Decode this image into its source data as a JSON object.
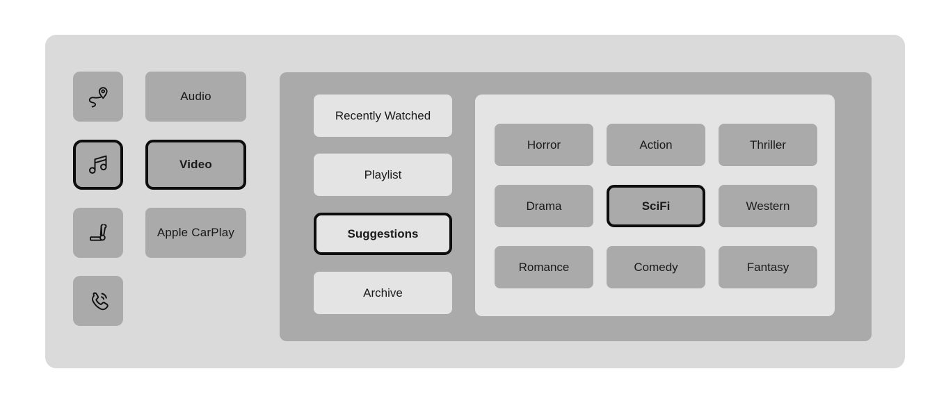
{
  "theme": {
    "page_background": "#ffffff",
    "shell_background": "#dadada",
    "panel_background": "#aaaaaa",
    "tile_background": "#aaaaaa",
    "light_button_background": "#e4e4e4",
    "selection_border_color": "#0d0d0d",
    "text_color": "#1a1a1a"
  },
  "icon_rail": {
    "items": [
      {
        "icon": "navigation-route-pin-icon",
        "selected": false
      },
      {
        "icon": "music-note-icon",
        "selected": true
      },
      {
        "icon": "car-seat-icon",
        "selected": false
      },
      {
        "icon": "phone-call-icon",
        "selected": false
      }
    ]
  },
  "source_rail": {
    "items": [
      {
        "label": "Audio",
        "selected": false
      },
      {
        "label": "Video",
        "selected": true
      },
      {
        "label": "Apple CarPlay",
        "selected": false
      }
    ]
  },
  "categories": {
    "items": [
      {
        "label": "Recently Watched",
        "selected": false
      },
      {
        "label": "Playlist",
        "selected": false
      },
      {
        "label": "Suggestions",
        "selected": true
      },
      {
        "label": "Archive",
        "selected": false
      }
    ]
  },
  "genres": {
    "items": [
      {
        "label": "Horror",
        "selected": false
      },
      {
        "label": "Action",
        "selected": false
      },
      {
        "label": "Thriller",
        "selected": false
      },
      {
        "label": "Drama",
        "selected": false
      },
      {
        "label": "SciFi",
        "selected": true
      },
      {
        "label": "Western",
        "selected": false
      },
      {
        "label": "Romance",
        "selected": false
      },
      {
        "label": "Comedy",
        "selected": false
      },
      {
        "label": "Fantasy",
        "selected": false
      }
    ]
  }
}
